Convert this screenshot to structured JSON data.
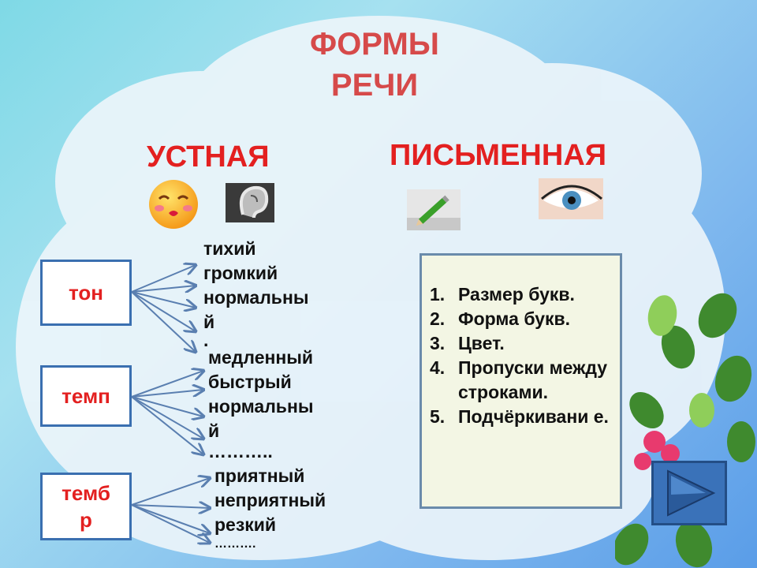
{
  "title_line1": "ФОРМЫ",
  "title_line2": "РЕЧИ",
  "oral": {
    "heading": "УСТНАЯ",
    "icons": [
      "face-icon",
      "ear-icon"
    ],
    "groups": [
      {
        "label": "тон",
        "items": [
          "тихий",
          "громкий",
          "нормальны",
          "й",
          "."
        ]
      },
      {
        "label": "темп",
        "items": [
          "медленный",
          "быстрый",
          "нормальны",
          "й",
          "……….."
        ]
      },
      {
        "label_line1": "темб",
        "label_line2": "р",
        "items": [
          "приятный",
          "неприятный",
          "резкий",
          "………."
        ]
      }
    ]
  },
  "written": {
    "heading": "ПИСЬМЕННАЯ",
    "icons": [
      "pencil-icon",
      "eye-icon"
    ],
    "items": [
      {
        "num": "1.",
        "text": "Размер букв."
      },
      {
        "num": "2.",
        "text": "Форма букв."
      },
      {
        "num": "3.",
        "text": "Цвет."
      },
      {
        "num": "4.",
        "text": "Пропуски между строками."
      },
      {
        "num": "5.",
        "text": "Подчёркивани е."
      }
    ]
  },
  "colors": {
    "accent": "#e32020",
    "title": "#d64a4a",
    "box_border": "#3a6fb0",
    "arrow": "#5a7fb0"
  },
  "nav": {
    "next_icon": "play-arrow-icon"
  }
}
